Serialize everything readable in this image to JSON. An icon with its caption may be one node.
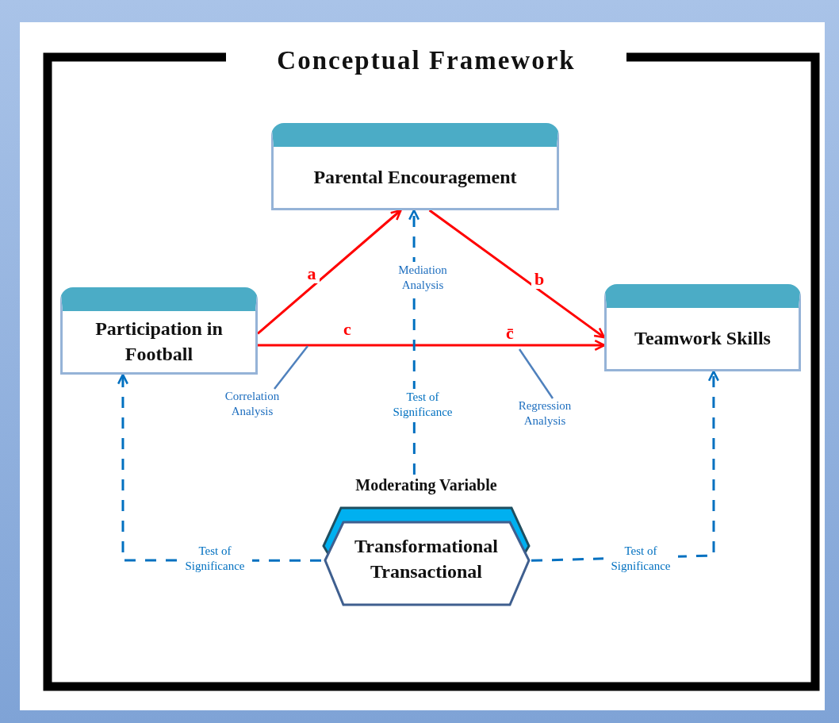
{
  "diagram": {
    "title": "Conceptual Framework",
    "nodes": [
      {
        "text": [
          "Parental Encouragement"
        ]
      },
      {
        "text": [
          "Participation in Football"
        ]
      },
      {
        "text": [
          "Teamwork Skills"
        ]
      },
      {
        "text": [
          "Moderating Variable",
          "Transformational Transactional"
        ]
      },
      {
        "text": [
          "Correlation Analysis"
        ]
      },
      {
        "text": [
          "Regression Analysis"
        ]
      }
    ],
    "edges": [
      {
        "from": 1,
        "to": 0,
        "arrow": "to",
        "label": "a",
        "color": "#ff0000"
      },
      {
        "from": 0,
        "to": 2,
        "arrow": "to",
        "label": "b",
        "color": "#ff0000"
      },
      {
        "from": 1,
        "to": 2,
        "arrow": "to",
        "label": "c",
        "color": "#ff0000"
      },
      {
        "from": 3,
        "to": 0,
        "arrow": "to",
        "label": "Test of Significance",
        "style": "dashed",
        "color": "#0070c0"
      },
      {
        "from": 3,
        "to": 1,
        "arrow": "to",
        "label": "Test of Significance",
        "style": "dashed",
        "color": "#0070c0"
      },
      {
        "from": 3,
        "to": 2,
        "arrow": "to",
        "label": "Test of Significance",
        "style": "dashed",
        "color": "#0070c0"
      },
      {
        "from": 4,
        "to": null,
        "arrow": "none",
        "color": "#4f81bd"
      },
      {
        "from": 5,
        "to": null,
        "arrow": "none",
        "color": "#4f81bd"
      }
    ],
    "labels": [
      "c̄",
      "Mediation Analysis"
    ]
  }
}
